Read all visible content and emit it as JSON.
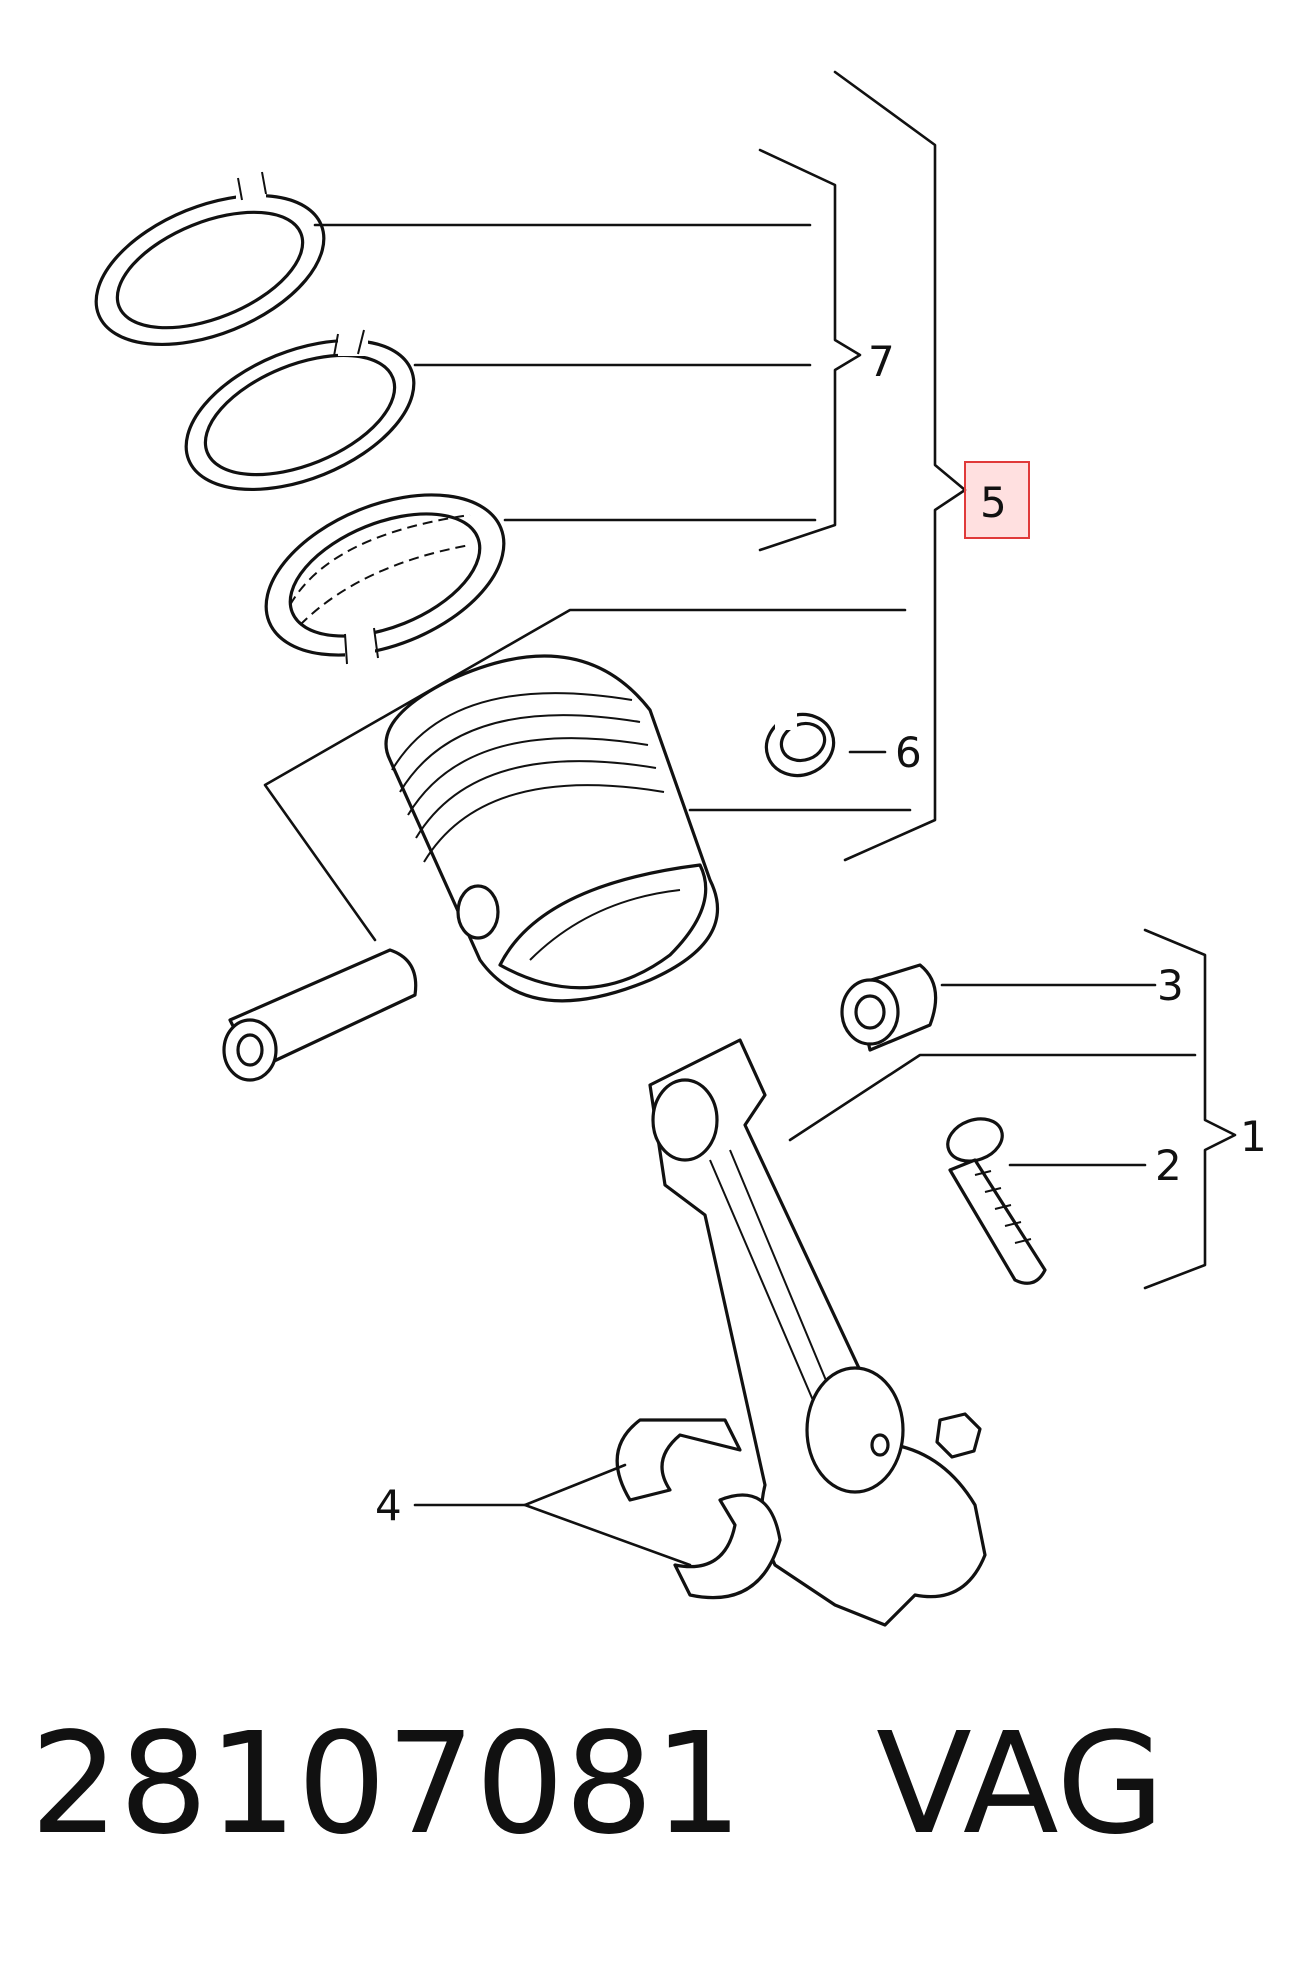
{
  "callouts": {
    "c1": "1",
    "c2": "2",
    "c3": "3",
    "c4": "4",
    "c5": "5",
    "c6": "6",
    "c7": "7"
  },
  "highlighted_callout": "5",
  "highlight_color": "#e03a3a",
  "caption": {
    "part_number": "28107081",
    "brand": "VAG"
  }
}
